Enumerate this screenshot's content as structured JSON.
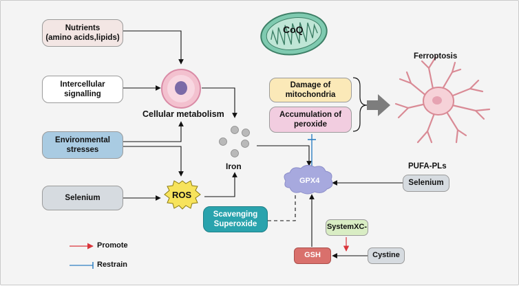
{
  "inputs": {
    "nutrients": "Nutrients\n(amino acids,lipids)",
    "signalling": "Intercellular\nsignalling",
    "environment": "Environmental\nstresses",
    "selenium": "Selenium"
  },
  "center": {
    "cell_label": "Cellular metabolism",
    "ros": "ROS",
    "iron": "Iron",
    "scavenging": "Scavenging\nSuperoxide",
    "coq": "CoQ"
  },
  "right": {
    "damage": "Damage of\nmitochondria",
    "accumulation": "Accumulation of\nperoxide",
    "ferroptosis": "Ferroptosis",
    "pufa": "PUFA-PLs",
    "selenium2": "Selenium",
    "gpx4": "GPX4",
    "systemxc": "SystemXC-",
    "gsh": "GSH",
    "cystine": "Cystine"
  },
  "legend": {
    "promote": "Promote",
    "restrain": "Restrain"
  },
  "colors": {
    "promote": "#d9343a",
    "restrain": "#2e7fc2",
    "env_box": "#a9cbe2",
    "scavenging_box": "#2aa3ad",
    "damage_box": "#fbe9b8",
    "accumulation_box": "#f2cde0",
    "gpx4_cloud": "#a7a9de",
    "gsh_box": "#d9706c",
    "systemxc_box": "#d9edc4",
    "ros_star": "#f7e35c"
  }
}
